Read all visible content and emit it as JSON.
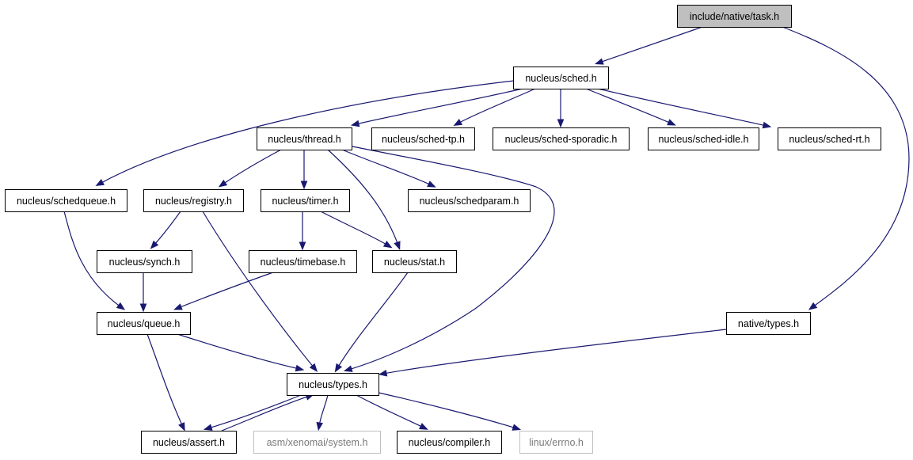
{
  "diagram": {
    "type": "include-dependency-graph",
    "colors": {
      "edge": "#191970",
      "root_fill": "#bfbfbf",
      "node_border": "#000000",
      "missing_border": "#bfbfbf"
    },
    "nodes": [
      {
        "id": "task",
        "label": "include/native/task.h",
        "kind": "root"
      },
      {
        "id": "sched",
        "label": "nucleus/sched.h",
        "kind": "normal"
      },
      {
        "id": "thread",
        "label": "nucleus/thread.h",
        "kind": "normal"
      },
      {
        "id": "schedtp",
        "label": "nucleus/sched-tp.h",
        "kind": "normal"
      },
      {
        "id": "schedsporadic",
        "label": "nucleus/sched-sporadic.h",
        "kind": "normal"
      },
      {
        "id": "schedidle",
        "label": "nucleus/sched-idle.h",
        "kind": "normal"
      },
      {
        "id": "schedrt",
        "label": "nucleus/sched-rt.h",
        "kind": "normal"
      },
      {
        "id": "schedqueue",
        "label": "nucleus/schedqueue.h",
        "kind": "normal"
      },
      {
        "id": "registry",
        "label": "nucleus/registry.h",
        "kind": "normal"
      },
      {
        "id": "timer",
        "label": "nucleus/timer.h",
        "kind": "normal"
      },
      {
        "id": "schedparam",
        "label": "nucleus/schedparam.h",
        "kind": "normal"
      },
      {
        "id": "synch",
        "label": "nucleus/synch.h",
        "kind": "normal"
      },
      {
        "id": "timebase",
        "label": "nucleus/timebase.h",
        "kind": "normal"
      },
      {
        "id": "stat",
        "label": "nucleus/stat.h",
        "kind": "normal"
      },
      {
        "id": "queue",
        "label": "nucleus/queue.h",
        "kind": "normal"
      },
      {
        "id": "nativetypes",
        "label": "native/types.h",
        "kind": "normal"
      },
      {
        "id": "types",
        "label": "nucleus/types.h",
        "kind": "normal"
      },
      {
        "id": "assert",
        "label": "nucleus/assert.h",
        "kind": "normal"
      },
      {
        "id": "system",
        "label": "asm/xenomai/system.h",
        "kind": "missing"
      },
      {
        "id": "compiler",
        "label": "nucleus/compiler.h",
        "kind": "normal"
      },
      {
        "id": "errno",
        "label": "linux/errno.h",
        "kind": "missing"
      }
    ],
    "edges": [
      {
        "from": "task",
        "to": "sched"
      },
      {
        "from": "task",
        "to": "nativetypes"
      },
      {
        "from": "sched",
        "to": "thread"
      },
      {
        "from": "sched",
        "to": "schedtp"
      },
      {
        "from": "sched",
        "to": "schedsporadic"
      },
      {
        "from": "sched",
        "to": "schedidle"
      },
      {
        "from": "sched",
        "to": "schedrt"
      },
      {
        "from": "sched",
        "to": "schedqueue"
      },
      {
        "from": "thread",
        "to": "registry"
      },
      {
        "from": "thread",
        "to": "timer"
      },
      {
        "from": "thread",
        "to": "schedparam"
      },
      {
        "from": "thread",
        "to": "stat"
      },
      {
        "from": "thread",
        "to": "types"
      },
      {
        "from": "registry",
        "to": "synch"
      },
      {
        "from": "registry",
        "to": "types"
      },
      {
        "from": "timer",
        "to": "timebase"
      },
      {
        "from": "timer",
        "to": "stat"
      },
      {
        "from": "schedqueue",
        "to": "queue"
      },
      {
        "from": "synch",
        "to": "queue"
      },
      {
        "from": "timebase",
        "to": "queue"
      },
      {
        "from": "stat",
        "to": "types"
      },
      {
        "from": "queue",
        "to": "types"
      },
      {
        "from": "queue",
        "to": "assert"
      },
      {
        "from": "nativetypes",
        "to": "types"
      },
      {
        "from": "types",
        "to": "assert"
      },
      {
        "from": "assert",
        "to": "types"
      },
      {
        "from": "types",
        "to": "system"
      },
      {
        "from": "types",
        "to": "compiler"
      },
      {
        "from": "types",
        "to": "errno"
      }
    ]
  }
}
